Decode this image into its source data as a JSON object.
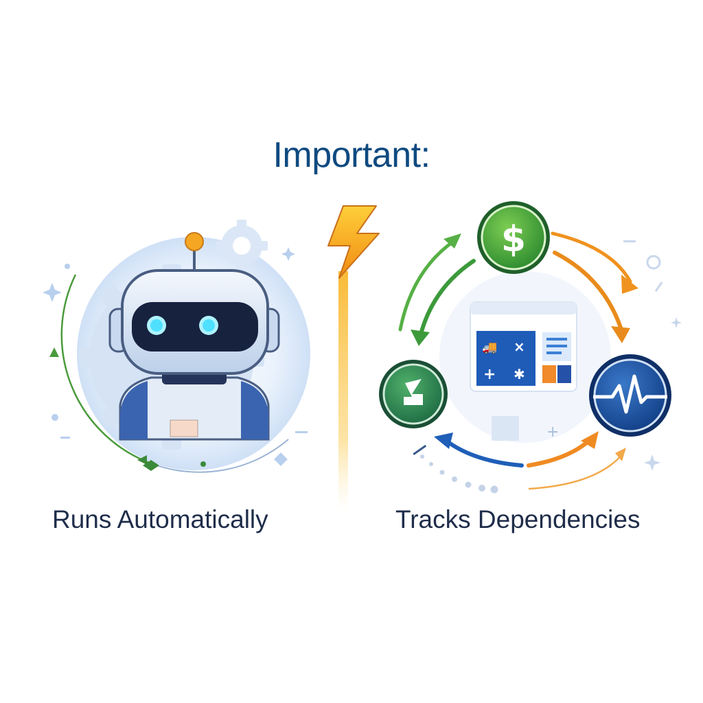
{
  "title": "Important:",
  "panels": [
    {
      "caption": "Runs Automatically",
      "icon": "robot-icon",
      "accent": "#2f6ec4"
    },
    {
      "caption": "Tracks Dependencies",
      "icon": "dependency-cycle-icon",
      "accent": "#3c9a3a"
    }
  ],
  "divider_icon": "lightning-bolt-icon",
  "colors": {
    "title": "#0f4a80",
    "caption": "#1f2d4a",
    "green": "#3c9a3a",
    "orange": "#f0921e",
    "blue": "#1f5fb8",
    "bolt": "#f5a623"
  },
  "cycle_nodes": [
    {
      "icon": "dollar-coin-icon",
      "glyph": "$"
    },
    {
      "icon": "pulse-monitor-icon"
    },
    {
      "icon": "green-node-icon"
    }
  ]
}
